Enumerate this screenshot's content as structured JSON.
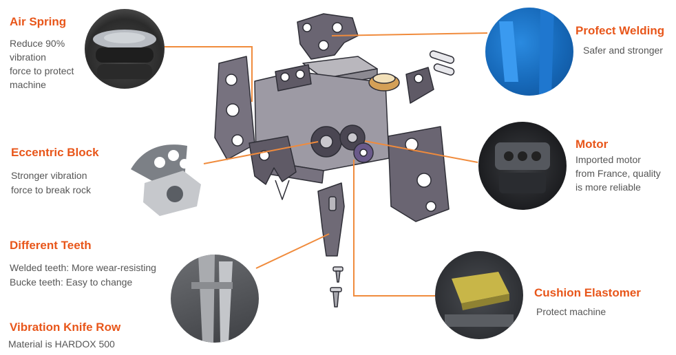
{
  "accent_color": "#e8561a",
  "features": [
    {
      "title": "Air Spring",
      "desc": [
        "Reduce 90%",
        "vibration",
        "force to protect",
        "machine"
      ],
      "image": "air-spring-photo"
    },
    {
      "title": "Eccentric Block",
      "desc": [
        "Stronger vibration",
        "force to break rock"
      ],
      "image": "eccentric-block-photo"
    },
    {
      "title": "Different Teeth",
      "desc": [
        "Welded teeth: More wear-resisting",
        "Bucke teeth: Easy to change"
      ],
      "image": "teeth-photo"
    },
    {
      "title": "Vibration Knife Row",
      "desc": [
        "Material is HARDOX 500"
      ],
      "image": "knife-row-photo"
    },
    {
      "title": "Profect Welding",
      "desc": [
        "Safer and stronger"
      ],
      "image": "welding-photo"
    },
    {
      "title": "Motor",
      "desc": [
        "Imported motor",
        "from France, quality",
        "is more reliable"
      ],
      "image": "motor-photo"
    },
    {
      "title": "Cushion Elastomer",
      "desc": [
        "Protect machine"
      ],
      "image": "cushion-photo"
    }
  ]
}
